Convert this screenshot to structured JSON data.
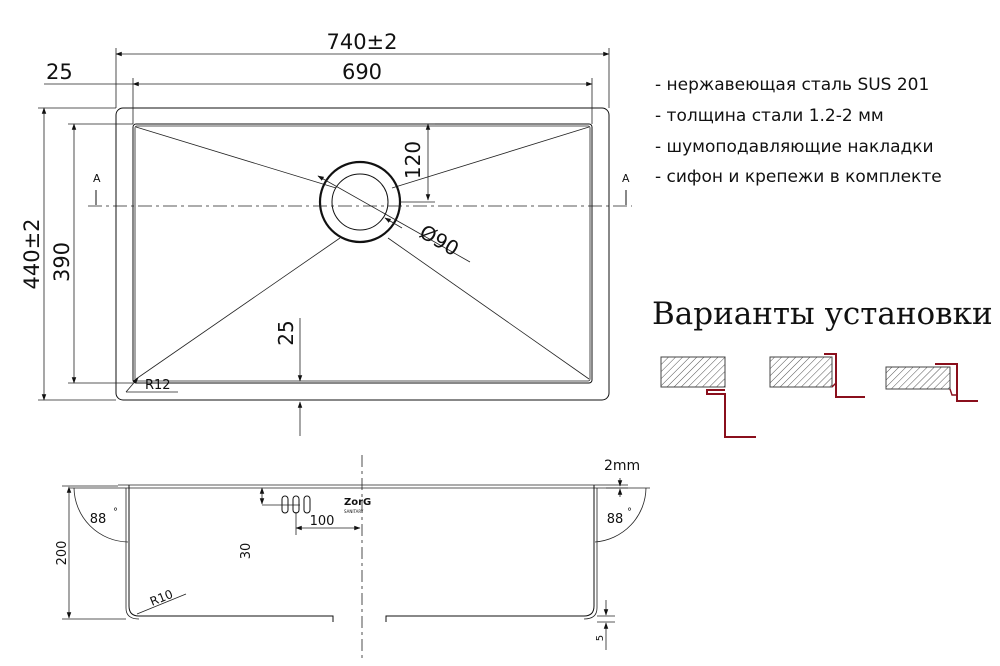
{
  "top_view": {
    "overall_width": "740±2",
    "inner_width": "690",
    "flange_width": "25",
    "overall_depth": "440±2",
    "inner_depth": "390",
    "drain_offset": "120",
    "drain_diameter": "Ø90",
    "bottom_dim": "25",
    "corner_radius": "R12",
    "section_marker_left": "A",
    "section_marker_right": "A"
  },
  "specs": [
    "- нержавеющая сталь SUS 201",
    "- толщина стали 1.2-2 мм",
    "- шумоподавляющие накладки",
    "- сифон и крепежи в комплекте"
  ],
  "install": {
    "title": "Варианты установки",
    "colors": {
      "line": "#8a0f1c",
      "hatch": "#555555"
    }
  },
  "section_view": {
    "angle_left": "88",
    "angle_right": "88",
    "degree_mark": "°",
    "height": "200",
    "overflow_height": "30",
    "overflow_dist": "100",
    "radius": "R10",
    "thickness": "2mm",
    "bottom_offset": "5",
    "brand": "ZorG",
    "brand_sub": "SANITARY"
  }
}
